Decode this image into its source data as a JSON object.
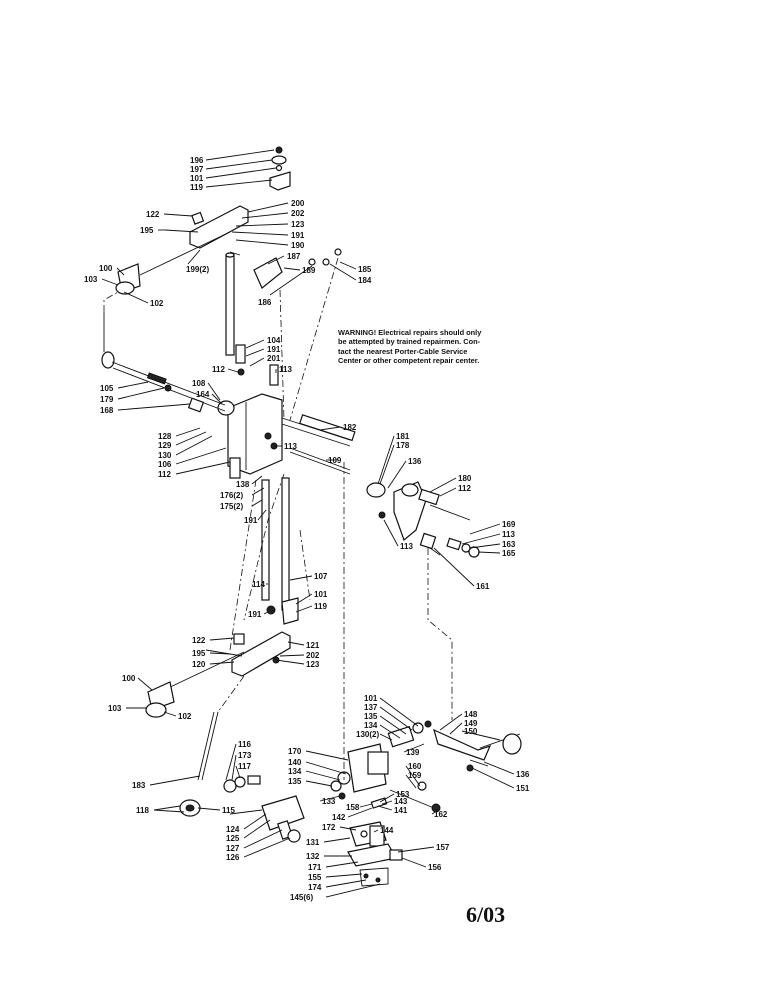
{
  "warning": {
    "lines": [
      "WARNING! Electrical repairs should only",
      "be attempted by trained repairmen. Con-",
      "tact the nearest Porter-Cable Service",
      "Center or other competent repair center."
    ]
  },
  "date_code": "6/03",
  "callouts": [
    "196",
    "197",
    "101",
    "119",
    "200",
    "202",
    "123",
    "191",
    "190",
    "187",
    "199(2)",
    "189",
    "185",
    "184",
    "186",
    "122",
    "195",
    "100",
    "103",
    "102",
    "104",
    "191",
    "201",
    "112",
    "113",
    "108",
    "164",
    "105",
    "179",
    "168",
    "182",
    "113",
    "109",
    "128",
    "129",
    "130",
    "106",
    "112",
    "138",
    "176(2)",
    "175(2)",
    "191",
    "181",
    "178",
    "136",
    "180",
    "112",
    "169",
    "113",
    "163",
    "165",
    "113",
    "161",
    "114",
    "107",
    "101",
    "119",
    "191",
    "122",
    "195",
    "120",
    "121",
    "202",
    "123",
    "100",
    "103",
    "102",
    "101",
    "137",
    "135",
    "134",
    "130(2)",
    "148",
    "149",
    "150",
    "139",
    "136",
    "151",
    "116",
    "173",
    "117",
    "183",
    "118",
    "115",
    "170",
    "140",
    "134",
    "135",
    "133",
    "160",
    "159",
    "153",
    "143",
    "158",
    "141",
    "142",
    "162",
    "124",
    "125",
    "127",
    "126",
    "172",
    "144",
    "131",
    "132",
    "157",
    "171",
    "155",
    "174",
    "145(6)",
    "156"
  ]
}
